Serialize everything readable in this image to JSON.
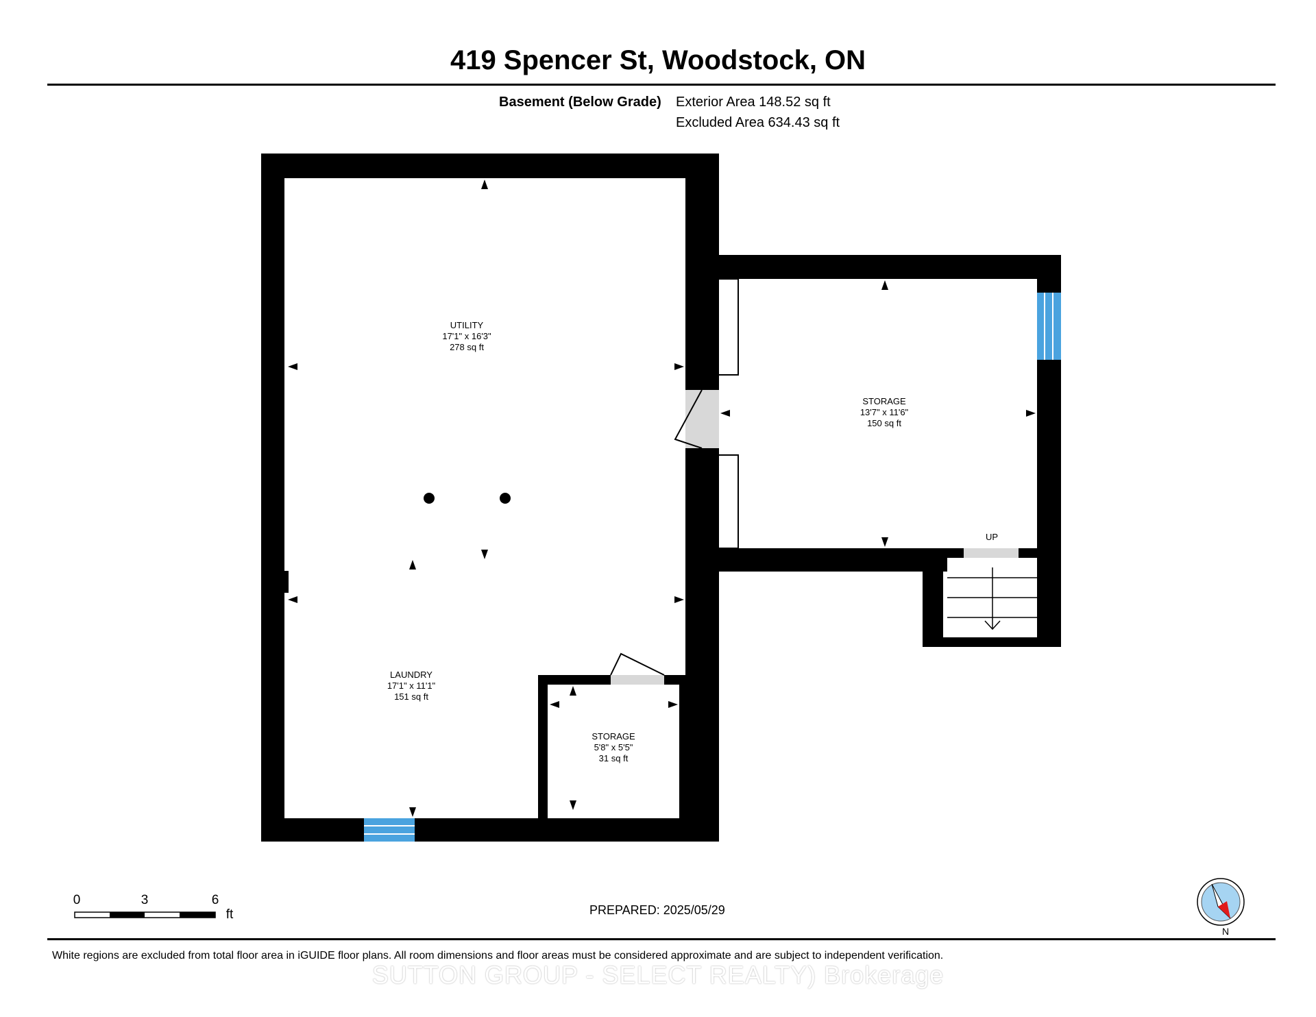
{
  "header": {
    "title": "419 Spencer St, Woodstock, ON",
    "level_name": "Basement (Below Grade)",
    "exterior_area": "Exterior Area 148.52 sq ft",
    "excluded_area": "Excluded Area 634.43 sq ft"
  },
  "rooms": {
    "utility": {
      "name": "UTILITY",
      "dims": "17'1\" x 16'3\"",
      "area": "278 sq ft"
    },
    "laundry": {
      "name": "LAUNDRY",
      "dims": "17'1\" x 11'1\"",
      "area": "151 sq ft"
    },
    "storage_small": {
      "name": "STORAGE",
      "dims": "5'8\" x 5'5\"",
      "area": "31 sq ft"
    },
    "storage_large": {
      "name": "STORAGE",
      "dims": "13'7\" x 11'6\"",
      "area": "150 sq ft"
    },
    "stairs_label": "UP"
  },
  "scale_bar": {
    "ticks": [
      "0",
      "3",
      "6"
    ],
    "unit": "ft"
  },
  "compass_label": "N",
  "footer": {
    "prepared": "PREPARED: 2025/05/29",
    "disclaimer": "White regions are excluded from total floor area in iGUIDE floor plans. All room dimensions and floor areas must be considered approximate and are subject to independent verification.",
    "watermark": "SUTTON GROUP - SELECT REALTY) Brokerage"
  },
  "colors": {
    "wall": "#000000",
    "window": "#4aa3df",
    "door": "#d8d8d8",
    "compass_ring": "#a6d4f2",
    "compass_needle": "#e11b1b"
  }
}
